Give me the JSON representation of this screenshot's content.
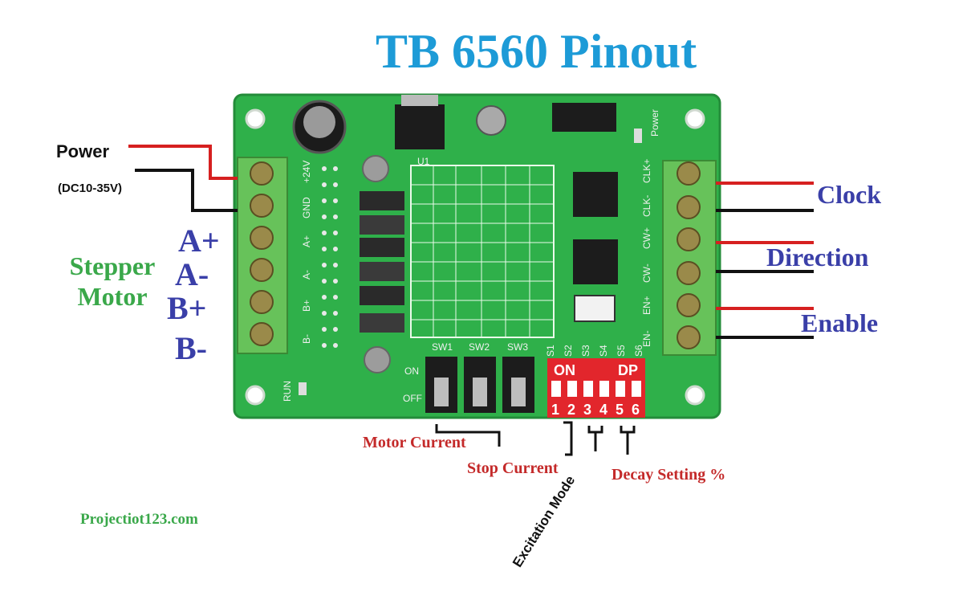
{
  "title": "TB 6560 Pinout",
  "power": {
    "label": "Power",
    "range": "(DC10-35V)"
  },
  "motor_pins": [
    "A+",
    "A-",
    "B+",
    "B-"
  ],
  "stepper_label": {
    "line1": "Stepper",
    "line2": "Motor"
  },
  "right_labels": {
    "clock": "Clock",
    "direction": "Direction",
    "enable": "Enable"
  },
  "annotations": {
    "motor_current": "Motor Current",
    "stop_current": "Stop Current",
    "excitation_mode": "Excitation Mode",
    "decay_setting": "Decay Setting  %"
  },
  "website": "Projectiot123.com",
  "board": {
    "left_terminals": [
      "+24V",
      "GND",
      "A+",
      "A-",
      "B+",
      "B-"
    ],
    "right_terminals": [
      "CLK+",
      "CLK-",
      "CW+",
      "CW-",
      "EN+",
      "EN-"
    ],
    "switches": [
      "SW1",
      "SW2",
      "SW3"
    ],
    "on_label": "ON",
    "off_label": "OFF",
    "dip_switch_ids": [
      "S1",
      "S2",
      "S3",
      "S4",
      "S5",
      "S6"
    ],
    "dip_on": "ON",
    "dip_dp": "DP",
    "dip_numbers": [
      "1",
      "2",
      "3",
      "4",
      "5",
      "6"
    ],
    "run_label": "RUN",
    "power_led": "Power",
    "chip_label": "U1"
  },
  "colors": {
    "title": "#1d9bd7",
    "pin_labels": "#3a3fa8",
    "stepper": "#3aa84a",
    "red_labels": "#c42a2a",
    "pcb": "#2fb04a",
    "wire_red": "#d62020",
    "wire_black": "#111111"
  }
}
